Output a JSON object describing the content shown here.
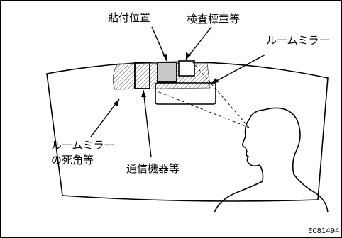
{
  "labels": {
    "mounting_position": "貼付位置",
    "inspection_sticker": "検査標章等",
    "room_mirror": "ルームミラー",
    "mirror_blind_spot_line1": "ルームミラー",
    "mirror_blind_spot_line2": "の死角等",
    "communication_device": "通信機器等"
  },
  "figure_code": "E081494",
  "colors": {
    "line": "#000000",
    "mounting_fill": "#c8c8c8",
    "hatch": "#555555",
    "background": "#ffffff"
  }
}
